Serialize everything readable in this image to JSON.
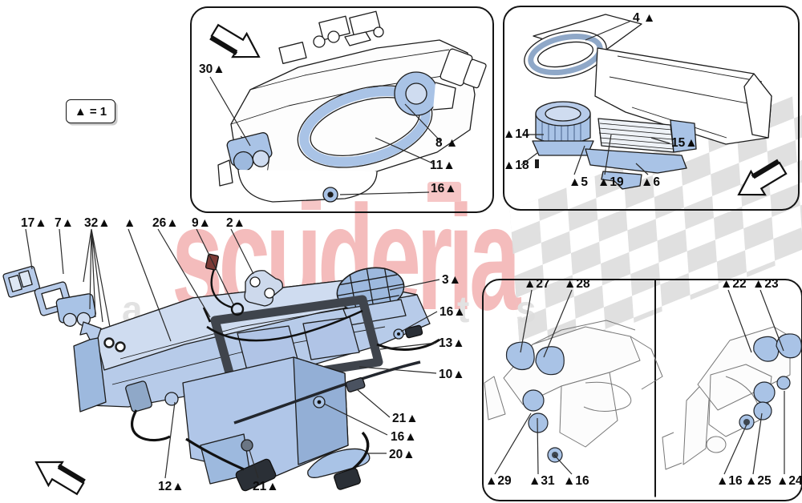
{
  "legend": {
    "label": "▲ = 1"
  },
  "watermark": {
    "title": "scuderia",
    "subtitle_letters": [
      "c",
      "a",
      "r",
      "p",
      "a",
      "r",
      "t",
      "s"
    ]
  },
  "colors": {
    "part_highlight_blue": "#aec6e8",
    "part_highlight_blue_dark": "#93afd6",
    "seal_frame_dark": "#3f444c",
    "watermark_pink": "#f4bcbc",
    "watermark_gray": "#e2e2e2",
    "checker_gray": "#dcdcdc",
    "line_art": "#1c1c1c"
  },
  "callouts": [
    {
      "label": "30▲"
    },
    {
      "label": "8 ▲"
    },
    {
      "label": "11▲"
    },
    {
      "label": "16▲"
    },
    {
      "label": "4 ▲"
    },
    {
      "label": "▲14"
    },
    {
      "label": "▲18"
    },
    {
      "label": "15▲"
    },
    {
      "label": "▲5"
    },
    {
      "label": "▲19"
    },
    {
      "label": "▲6"
    },
    {
      "label": "17▲"
    },
    {
      "label": "7▲"
    },
    {
      "label": "32▲"
    },
    {
      "label": "▲"
    },
    {
      "label": "26▲"
    },
    {
      "label": "9▲"
    },
    {
      "label": "2▲"
    },
    {
      "label": "3▲"
    },
    {
      "label": "16▲"
    },
    {
      "label": "13▲"
    },
    {
      "label": "10▲"
    },
    {
      "label": "21▲"
    },
    {
      "label": "16▲"
    },
    {
      "label": "20▲"
    },
    {
      "label": "12▲"
    },
    {
      "label": "21▲"
    },
    {
      "label": "▲27"
    },
    {
      "label": "▲28"
    },
    {
      "label": "▲29"
    },
    {
      "label": "▲31"
    },
    {
      "label": "▲16"
    },
    {
      "label": "▲22"
    },
    {
      "label": "▲23"
    },
    {
      "label": "▲16"
    },
    {
      "label": "▲25"
    },
    {
      "label": "▲24"
    }
  ]
}
